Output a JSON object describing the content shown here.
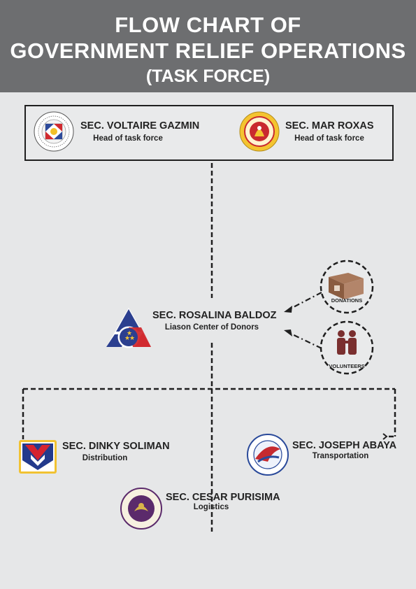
{
  "header": {
    "title_line1": "FLOW CHART OF",
    "title_line2": "GOVERNMENT RELIEF OPERATIONS",
    "title_line3": "(TASK FORCE)"
  },
  "nodes": {
    "gazmin": {
      "name": "SEC. VOLTAIRE GAZMIN",
      "role": "Head of task force",
      "logo": "department-of-national-defense-seal"
    },
    "roxas": {
      "name": "SEC. MAR ROXAS",
      "role": "Head of task force",
      "logo": "dilg-seal"
    },
    "baldoz": {
      "name": "SEC. ROSALINA BALDOZ",
      "role": "Liason Center of Donors",
      "logo": "dole-logo"
    },
    "soliman": {
      "name": "SEC. DINKY SOLIMAN",
      "role": "Distribution",
      "logo": "dswd-logo"
    },
    "abaya": {
      "name": "SEC. JOSEPH ABAYA",
      "role": "Transportation",
      "logo": "dotc-seal"
    },
    "purisima": {
      "name": "SEC. CESAR PURISIMA",
      "role": "Logistics",
      "logo": "department-of-finance-seal"
    }
  },
  "inputs": {
    "donations": {
      "label": "DONATIONS",
      "icon": "box-icon"
    },
    "volunteers": {
      "label": "VOLUNTEERS",
      "icon": "volunteers-icon"
    }
  },
  "colors": {
    "header_bg": "#6d6e70",
    "page_bg": "#e6e7e8",
    "line": "#1f1f1f",
    "dole_blue": "#2b3f8f",
    "dole_red": "#d12a2f",
    "dswd_red": "#d5232f",
    "dswd_blue": "#233a8c",
    "dswd_gold": "#f1c232",
    "dof_purple": "#5b2a6b",
    "dotc_red": "#c62a2f",
    "dotc_blue": "#2a4a9a"
  }
}
